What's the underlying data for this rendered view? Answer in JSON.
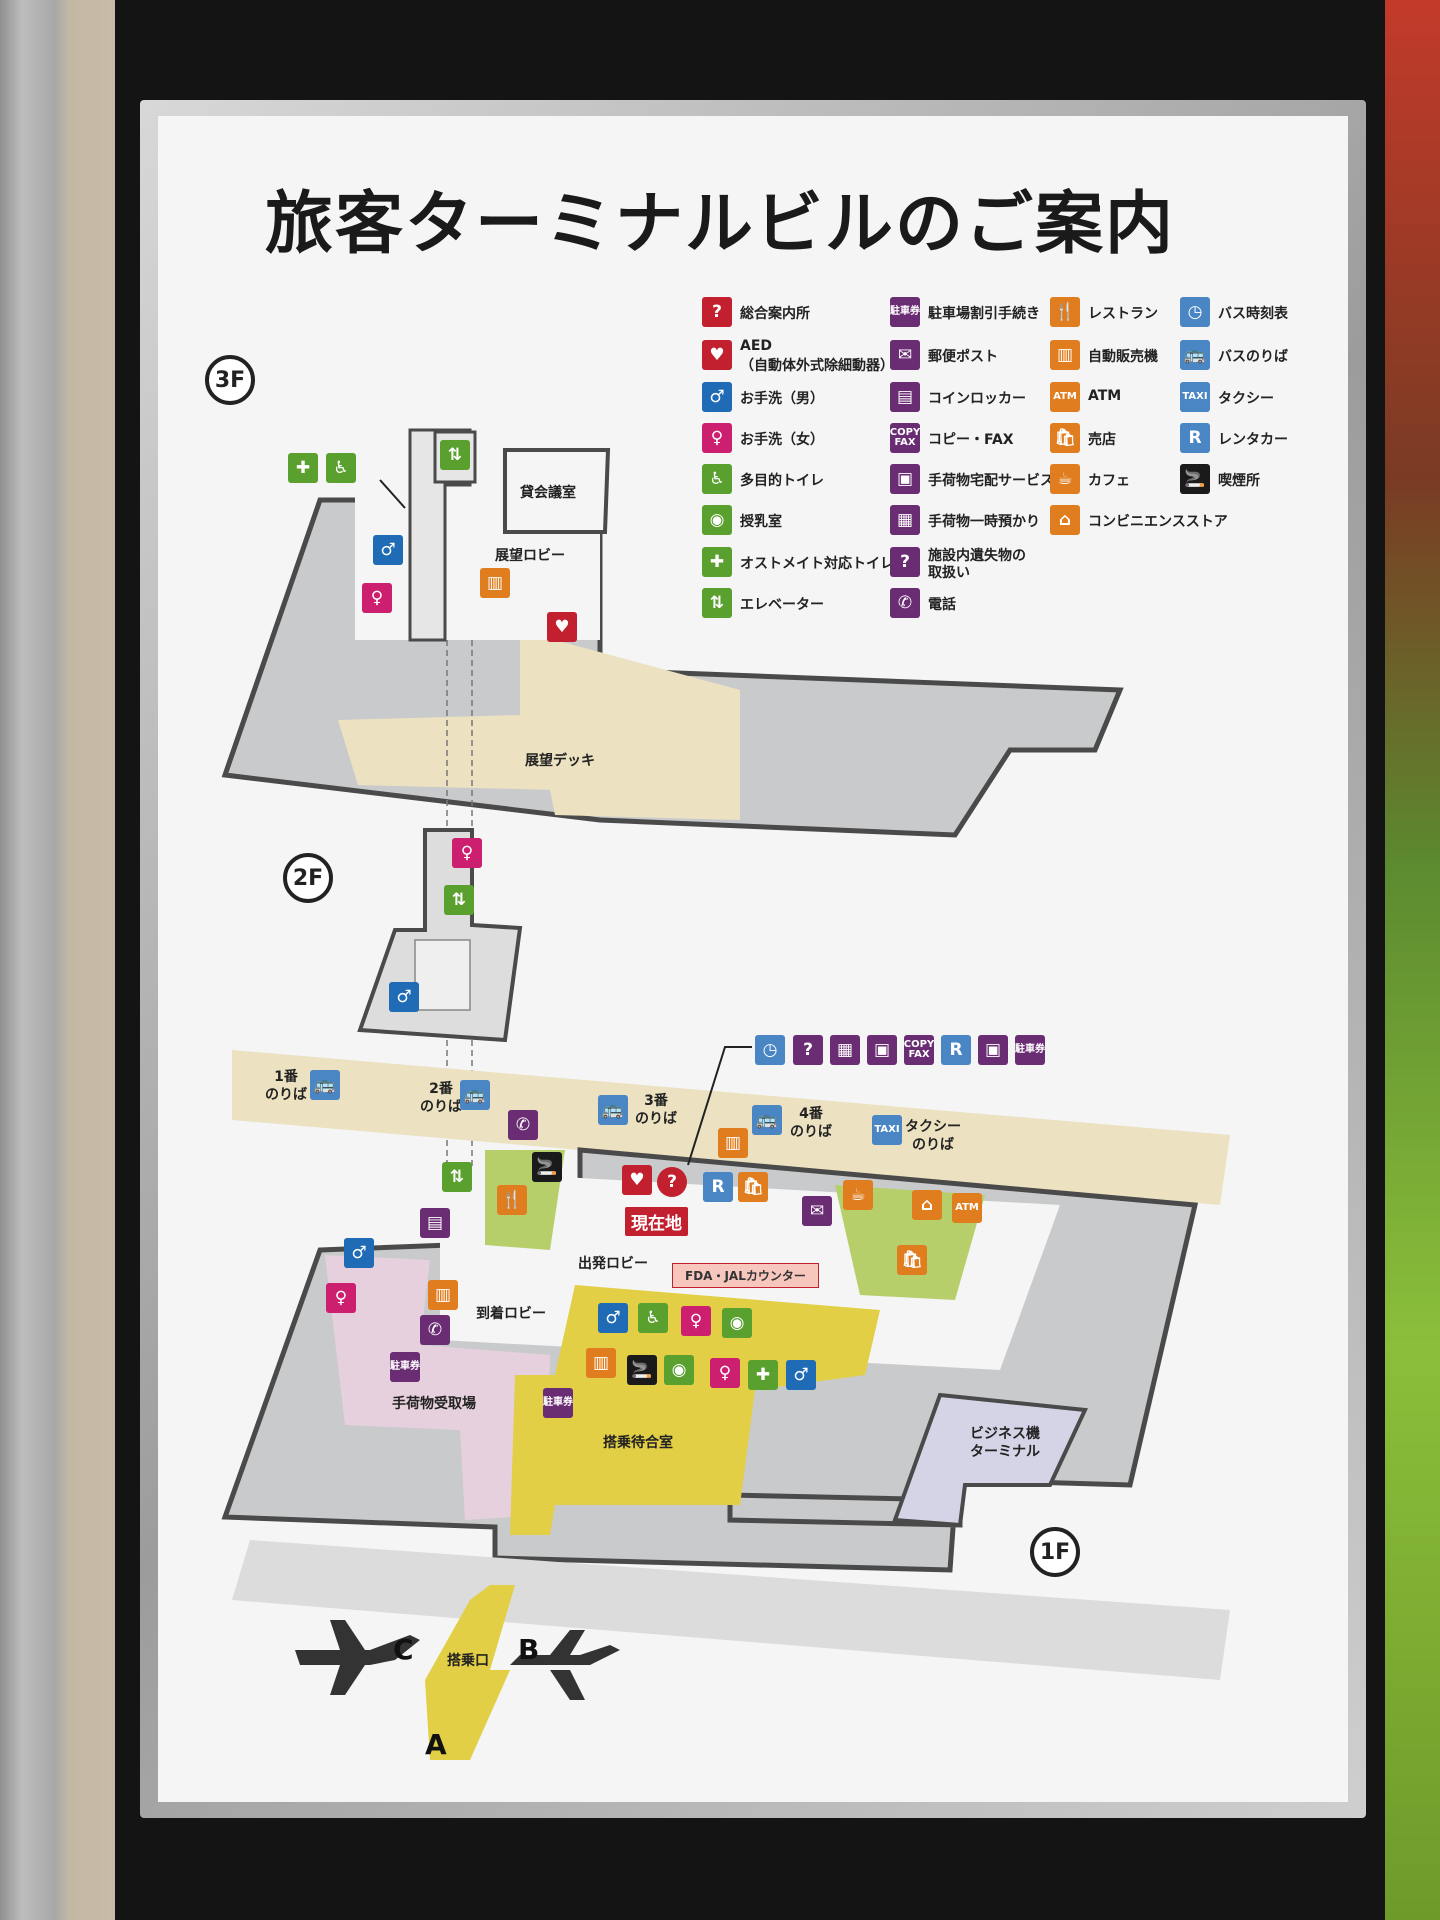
{
  "title": "旅客ターミナルビルのご案内",
  "floors": {
    "f3": "3F",
    "f2": "2F",
    "f1": "1F"
  },
  "legend": [
    {
      "icon": "info-icon",
      "color": "#c3202f",
      "glyph": "?",
      "label": "総合案内所"
    },
    {
      "icon": "aed-icon",
      "color": "#c3202f",
      "glyph": "♥",
      "label": "AED",
      "label2": "（自動体外式除細動器）"
    },
    {
      "icon": "mens-toilet-icon",
      "color": "#1f6bb5",
      "glyph": "♂",
      "label": "お手洗（男）"
    },
    {
      "icon": "womens-toilet-icon",
      "color": "#cc1f6f",
      "glyph": "♀",
      "label": "お手洗（女）"
    },
    {
      "icon": "accessible-toilet-icon",
      "color": "#5aa02f",
      "glyph": "♿",
      "label": "多目的トイレ"
    },
    {
      "icon": "nursing-room-icon",
      "color": "#5aa02f",
      "glyph": "◉",
      "label": "授乳室"
    },
    {
      "icon": "ostomate-toilet-icon",
      "color": "#5aa02f",
      "glyph": "✚",
      "label": "オストメイト対応トイレ"
    },
    {
      "icon": "elevator-icon",
      "color": "#5aa02f",
      "glyph": "⇅",
      "label": "エレベーター"
    },
    {
      "icon": "parking-discount-icon",
      "color": "#6a2c73",
      "glyph": "駐車券",
      "label": "駐車場割引手続き"
    },
    {
      "icon": "mailbox-icon",
      "color": "#6a2c73",
      "glyph": "✉",
      "label": "郵便ポスト"
    },
    {
      "icon": "coin-locker-icon",
      "color": "#6a2c73",
      "glyph": "▤",
      "label": "コインロッカー"
    },
    {
      "icon": "copy-fax-icon",
      "color": "#6a2c73",
      "glyph": "COPY FAX",
      "label": "コピー・FAX"
    },
    {
      "icon": "baggage-delivery-icon",
      "color": "#6a2c73",
      "glyph": "▣",
      "label": "手荷物宅配サービス"
    },
    {
      "icon": "baggage-storage-icon",
      "color": "#6a2c73",
      "glyph": "▦",
      "label": "手荷物一時預かり"
    },
    {
      "icon": "lost-found-icon",
      "color": "#6a2c73",
      "glyph": "?",
      "label": "施設内遺失物の",
      "label2": "取扱い"
    },
    {
      "icon": "telephone-icon",
      "color": "#6a2c73",
      "glyph": "✆",
      "label": "電話"
    },
    {
      "icon": "restaurant-icon",
      "color": "#e07d1e",
      "glyph": "🍴",
      "label": "レストラン"
    },
    {
      "icon": "vending-machine-icon",
      "color": "#e07d1e",
      "glyph": "▥",
      "label": "自動販売機"
    },
    {
      "icon": "atm-icon",
      "color": "#e07d1e",
      "glyph": "ATM",
      "label": "ATM"
    },
    {
      "icon": "shop-icon",
      "color": "#e07d1e",
      "glyph": "🛍",
      "label": "売店"
    },
    {
      "icon": "cafe-icon",
      "color": "#e07d1e",
      "glyph": "☕",
      "label": "カフェ"
    },
    {
      "icon": "convenience-store-icon",
      "color": "#e07d1e",
      "glyph": "⌂",
      "label": "コンビニエンスストア"
    },
    {
      "icon": "bus-timetable-icon",
      "color": "#4a86c4",
      "glyph": "◷",
      "label": "バス時刻表"
    },
    {
      "icon": "bus-stop-icon",
      "color": "#4a86c4",
      "glyph": "🚌",
      "label": "バスのりば"
    },
    {
      "icon": "taxi-icon",
      "color": "#4a86c4",
      "glyph": "TAXI",
      "label": "タクシー"
    },
    {
      "icon": "rental-car-icon",
      "color": "#4a86c4",
      "glyph": "R",
      "label": "レンタカー"
    },
    {
      "icon": "smoking-area-icon",
      "color": "#1a1a1a",
      "glyph": "🚬",
      "label": "喫煙所"
    }
  ],
  "map": {
    "f3_conference": "貸会議室",
    "f3_lobby": "展望ロビー",
    "f3_deck": "展望デッキ",
    "bus1": "1番",
    "bus2": "2番",
    "bus3": "3番",
    "bus4": "4番",
    "noriba": "のりば",
    "taxi_stand": "タクシー",
    "you_are_here": "現在地",
    "departure_lobby": "出発ロビー",
    "counter": "FDA・JALカウンター",
    "arrival_lobby": "到着ロビー",
    "baggage_claim": "手荷物受取場",
    "waiting_room": "搭乗待合室",
    "business_terminal_1": "ビジネス機",
    "business_terminal_2": "ターミナル",
    "boarding_gate": "搭乗口",
    "gate_a": "A",
    "gate_b": "B",
    "gate_c": "C",
    "parking_ticket": "駐車券",
    "atm": "ATM",
    "copy_fax": "COPY FAX",
    "taxi": "TAXI"
  }
}
